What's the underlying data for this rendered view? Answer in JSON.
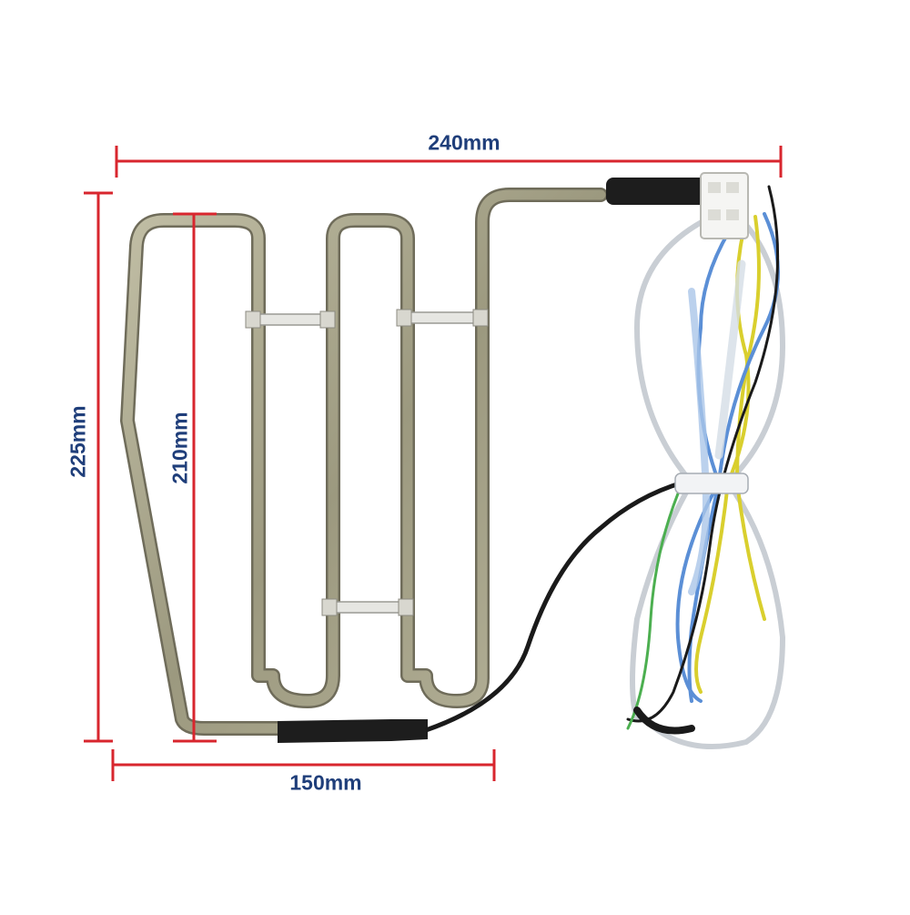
{
  "dimensions": {
    "width_top": "240mm",
    "height_outer": "225mm",
    "height_inner": "210mm",
    "width_bottom": "150mm"
  },
  "colors": {
    "dimension_line": "#d8262e",
    "dimension_text": "#1f3e7a",
    "heater_tube": "#a8a58c",
    "heater_tube_edge": "#6f6c5a",
    "sleeve": "#1d1d1d",
    "wire_black": "#1a1a1a",
    "wire_yellow": "#d9cf2e",
    "wire_blue": "#5b8fd6",
    "wire_white": "#e9ecef",
    "wire_green": "#4caf50"
  },
  "product": "defrost-heater-with-wire-harness"
}
